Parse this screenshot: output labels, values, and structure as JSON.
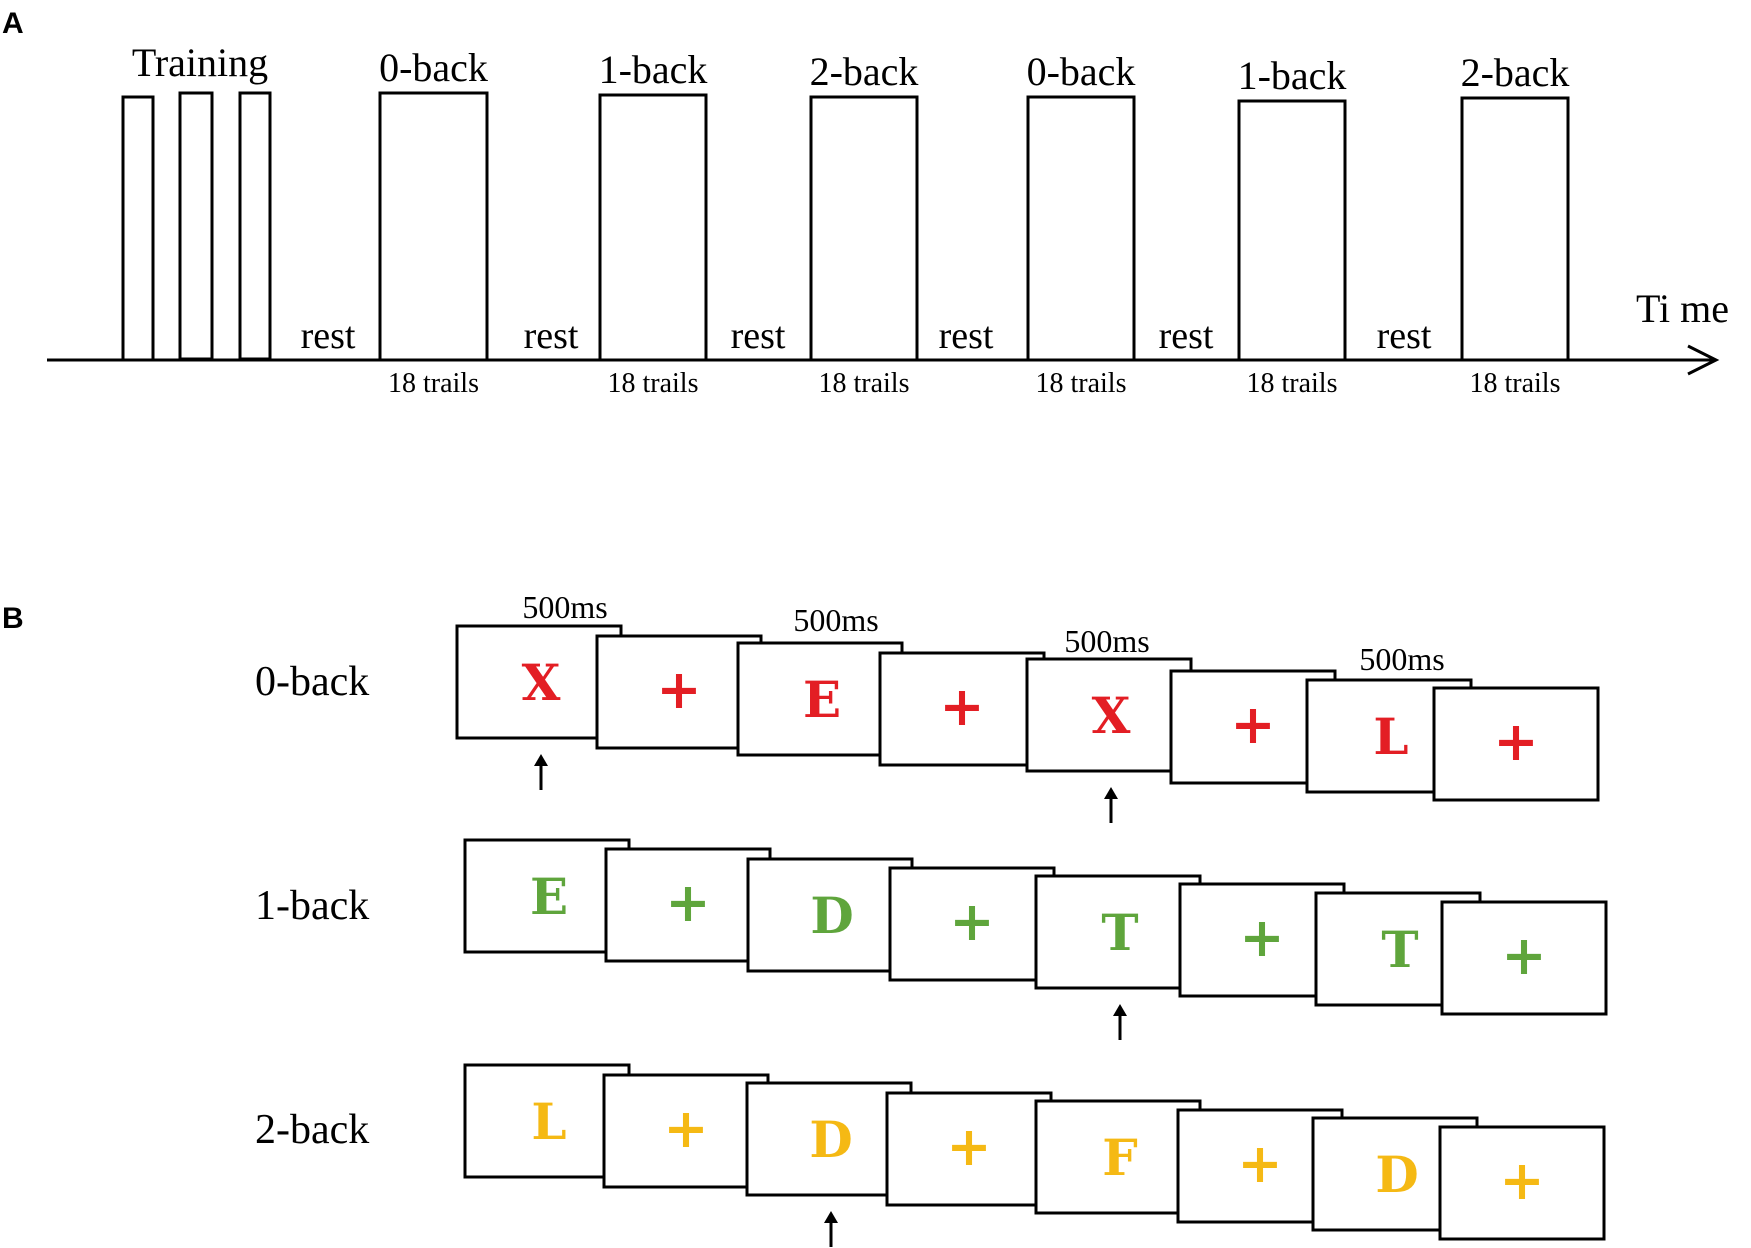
{
  "colors": {
    "zero_back": "#e31e24",
    "one_back": "#5fa53c",
    "two_back": "#f5b914",
    "line": "#000000"
  },
  "panel_a": {
    "label": "A",
    "training_label": "Training",
    "time_label": "Ti me",
    "blocks": [
      {
        "title": "0-back",
        "trials": "18 trails",
        "rest": "rest"
      },
      {
        "title": "1-back",
        "trials": "18 trails",
        "rest": "rest"
      },
      {
        "title": "2-back",
        "trials": "18 trails",
        "rest": "rest"
      },
      {
        "title": "0-back",
        "trials": "18 trails",
        "rest": "rest"
      },
      {
        "title": "1-back",
        "trials": "18 trails",
        "rest": "rest"
      },
      {
        "title": "2-back",
        "trials": "18 trails",
        "rest": "rest"
      }
    ]
  },
  "panel_b": {
    "label": "B",
    "durations": [
      "500ms",
      "500ms",
      "500ms",
      "500ms"
    ],
    "rows": [
      {
        "label": "0-back",
        "color": "zero_back",
        "frames": [
          "X",
          "+",
          "E",
          "+",
          "X",
          "+",
          "L",
          "+"
        ],
        "targets": [
          0,
          4
        ]
      },
      {
        "label": "1-back",
        "color": "one_back",
        "frames": [
          "E",
          "+",
          "D",
          "+",
          "T",
          "+",
          "T",
          "+"
        ],
        "targets": [
          4
        ]
      },
      {
        "label": "2-back",
        "color": "two_back",
        "frames": [
          "L",
          "+",
          "D",
          "+",
          "F",
          "+",
          "D",
          "+"
        ],
        "targets": [
          2
        ]
      }
    ]
  }
}
